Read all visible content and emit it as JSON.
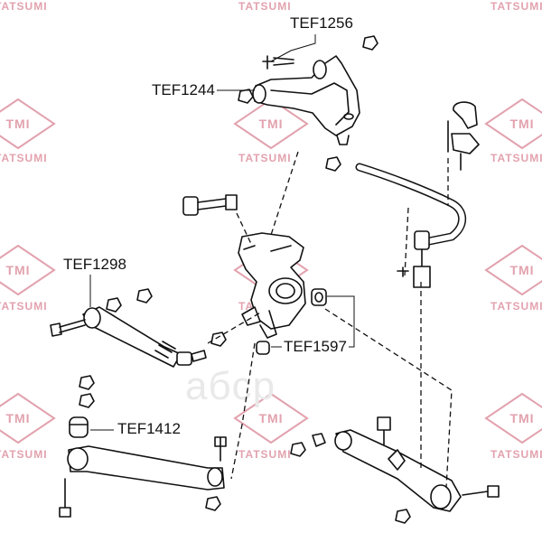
{
  "watermark": {
    "brand": "TMI",
    "caption": "TATSUMI",
    "site": "aбcp"
  },
  "labels": [
    {
      "id": "tef1256",
      "text": "TEF1256"
    },
    {
      "id": "tef1244",
      "text": "TEF1244"
    },
    {
      "id": "tef1298",
      "text": "TEF1298"
    },
    {
      "id": "tef1597",
      "text": "TEF1597"
    },
    {
      "id": "tef1412",
      "text": "TEF1412"
    }
  ],
  "colors": {
    "line": "#111111",
    "watermark": "#e2a2ae"
  }
}
